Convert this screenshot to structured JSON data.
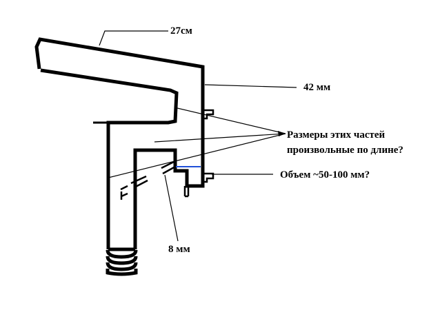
{
  "labels": {
    "top_length": "27см",
    "right_height": "42 мм",
    "arbitrary_line1": "Размеры этих частей",
    "arbitrary_line2": "произвольные по длине?",
    "volume": "Объем ~50-100 мм?",
    "small_gap": "8 мм"
  },
  "colors": {
    "stroke": "#000000",
    "level_line": "#1f4fd8"
  }
}
